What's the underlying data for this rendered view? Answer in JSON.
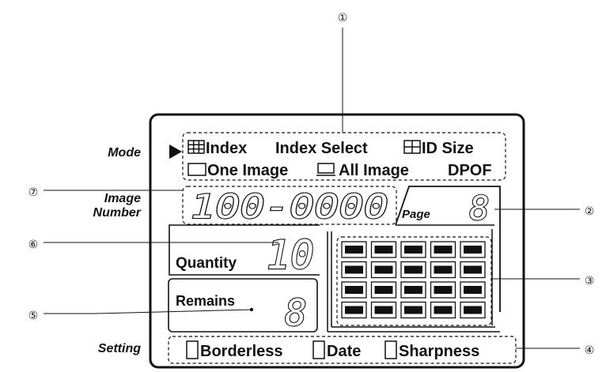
{
  "side_labels": {
    "mode": "Mode",
    "image_number_line1": "Image",
    "image_number_line2": "Number",
    "setting": "Setting"
  },
  "modes": {
    "index": "Index",
    "index_select": "Index Select",
    "id_size": "ID Size",
    "one_image": "One Image",
    "all_image": "All Image",
    "dpof": "DPOF"
  },
  "image_number": "100-0000",
  "page": {
    "label": "Page",
    "value": "8"
  },
  "quantity": {
    "label": "Quantity",
    "value": "10"
  },
  "remains": {
    "label": "Remains",
    "value": "8"
  },
  "settings": {
    "borderless": "Borderless",
    "date": "Date",
    "sharpness": "Sharpness"
  },
  "callouts": {
    "c1": "①",
    "c2": "②",
    "c3": "③",
    "c4": "④",
    "c5": "⑤",
    "c6": "⑥",
    "c7": "⑦"
  },
  "thumbnail_grid": {
    "rows": 4,
    "cols": 5
  }
}
